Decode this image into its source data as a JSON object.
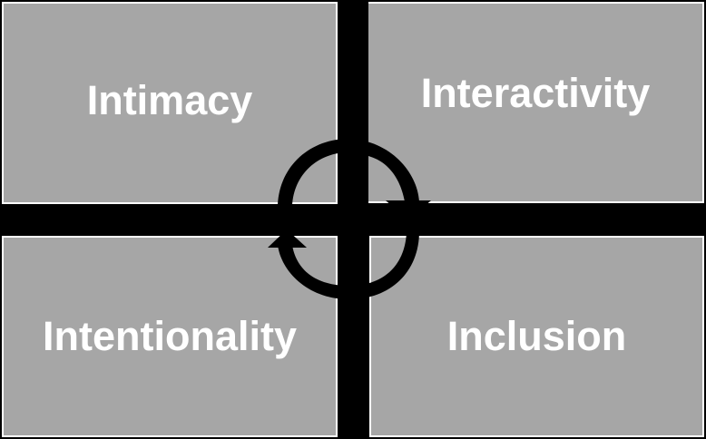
{
  "diagram": {
    "quadrants": [
      {
        "id": "top-left",
        "label": "Intimacy"
      },
      {
        "id": "top-right",
        "label": "Interactivity"
      },
      {
        "id": "bottom-left",
        "label": "Intentionality"
      },
      {
        "id": "bottom-right",
        "label": "Inclusion"
      }
    ],
    "center": {
      "shape": "circular-arrows",
      "direction": "clockwise"
    },
    "colors": {
      "box_fill": "#a6a6a6",
      "box_border": "#ffffff",
      "background": "#000000",
      "text": "#ffffff"
    }
  }
}
